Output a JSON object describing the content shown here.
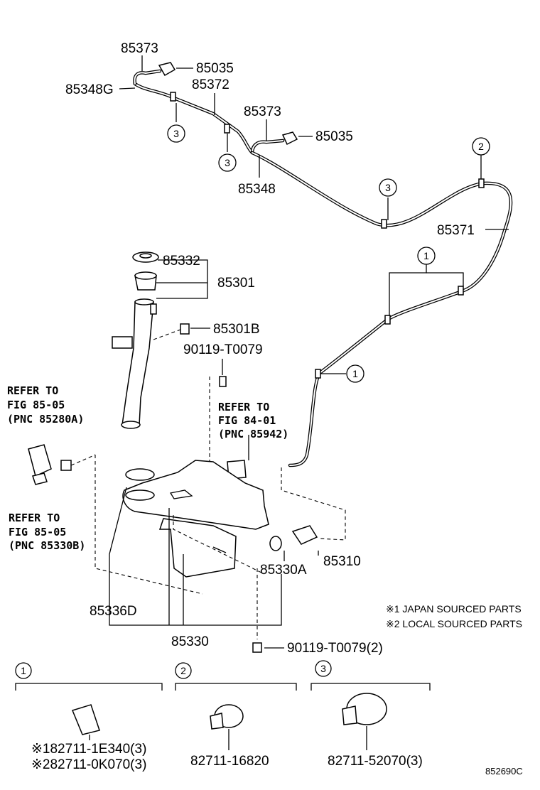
{
  "labels": {
    "p85373_top": "85373",
    "p85035_top": "85035",
    "p85348G": "85348G",
    "p85372": "85372",
    "p85373_mid": "85373",
    "p85035_mid": "85035",
    "p85348": "85348",
    "p85371": "85371",
    "p85332": "85332",
    "p85301": "85301",
    "p85301B": "85301B",
    "p90119_a": "90119-T0079",
    "p85310": "85310",
    "p85330A": "85330A",
    "p85336D": "85336D",
    "p85330": "85330",
    "p90119_b": "90119-T0079(2)"
  },
  "callouts": {
    "c1": "1",
    "c2": "2",
    "c3": "3"
  },
  "refs": {
    "refA_l1": "REFER TO",
    "refA_l2": "FIG 85-05",
    "refA_l3": "(PNC 85280A)",
    "refB_l1": "REFER TO",
    "refB_l2": "FIG 84-01",
    "refB_l3": "(PNC 85942)",
    "refC_l1": "REFER TO",
    "refC_l2": "FIG 85-05",
    "refC_l3": "(PNC 85330B)"
  },
  "notes": {
    "n1": "※1 JAPAN SOURCED PARTS",
    "n2": "※2 LOCAL SOURCED PARTS"
  },
  "clamps": {
    "g1_p1": "※182711-1E340(3)",
    "g1_p2": "※282711-0K070(3)",
    "g2_p1": "82711-16820",
    "g3_p1": "82711-52070(3)"
  },
  "figure_id": "852690C"
}
